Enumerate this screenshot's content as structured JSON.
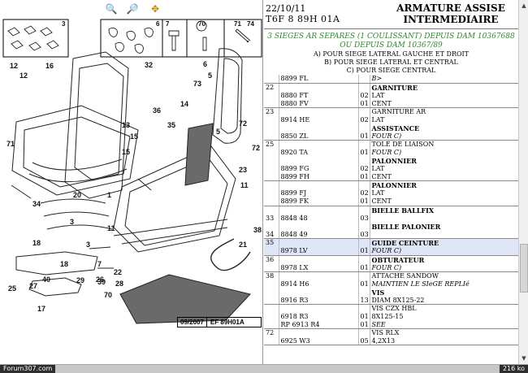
{
  "toolbar": {
    "zoom_in_icon": "zoom-in-icon",
    "zoom_out_icon": "zoom-out-icon",
    "move_icon": "zoom-move-icon"
  },
  "diagram": {
    "box_labels": [
      "3",
      "6",
      "7",
      "70",
      "71",
      "74"
    ],
    "callouts": [
      "12",
      "16",
      "32",
      "12",
      "6",
      "5",
      "73",
      "36",
      "14",
      "35",
      "72",
      "71",
      "15",
      "13",
      "5",
      "11",
      "15",
      "72",
      "23",
      "34",
      "20",
      "1",
      "21",
      "11",
      "3",
      "18",
      "38",
      "18",
      "3",
      "7",
      "29",
      "39",
      "70",
      "25",
      "27",
      "40",
      "26",
      "28",
      "17",
      "22"
    ],
    "footer_date": "09/2007",
    "footer_ref": "EF 89H01A"
  },
  "header": {
    "date": "22/10/11",
    "model": "T6F 8 89H 01A",
    "title_line1": "ARMATURE ASSISE",
    "title_line2": "INTERMEDIAIRE"
  },
  "variants": {
    "title": "3 SIEGES AR SEPARES (1 COULISSANT) DEPUIS DAM 10367688 OU DEPUIS DAM 10367/89",
    "line_a": "A) POUR SIEGE LATERAL GAUCHE ET DROIT",
    "line_b": "B) POUR SIEGE LATERAL ET CENTRAL",
    "line_c": "C) POUR SIEGE CENTRAL"
  },
  "parts": [
    {
      "rows": [
        {
          "num": "",
          "ref": "8899 FL",
          "qty": "",
          "desc": "B>",
          "style": "ital"
        }
      ]
    },
    {
      "rows": [
        {
          "num": "22",
          "ref": "",
          "qty": "",
          "desc": "GARNITURE",
          "style": "bold"
        },
        {
          "num": "",
          "ref": "8880 FT",
          "qty": "02",
          "desc": "LAT",
          "style": ""
        },
        {
          "num": "",
          "ref": "8880 FV",
          "qty": "01",
          "desc": "CENT",
          "style": ""
        }
      ]
    },
    {
      "rows": [
        {
          "num": "23",
          "ref": "",
          "qty": "",
          "desc": "GARNITURE AR",
          "style": ""
        },
        {
          "num": "",
          "ref": "8914 HE",
          "qty": "02",
          "desc": "LAT",
          "style": ""
        },
        {
          "num": "",
          "ref": "",
          "qty": "",
          "desc": "ASSISTANCE",
          "style": "bold"
        },
        {
          "num": "",
          "ref": "8850 ZL",
          "qty": "01",
          "desc": "FOUR C)",
          "style": "ital"
        }
      ]
    },
    {
      "rows": [
        {
          "num": "25",
          "ref": "",
          "qty": "",
          "desc": "TOLE DE LIAISON",
          "style": ""
        },
        {
          "num": "",
          "ref": "8920 TA",
          "qty": "01",
          "desc": "FOUR C)",
          "style": "ital"
        },
        {
          "num": "",
          "ref": "",
          "qty": "",
          "desc": "PALONNIER",
          "style": "bold"
        },
        {
          "num": "",
          "ref": "8899 FG",
          "qty": "02",
          "desc": "LAT",
          "style": ""
        },
        {
          "num": "",
          "ref": "8899 FH",
          "qty": "01",
          "desc": "CENT",
          "style": ""
        }
      ]
    },
    {
      "rows": [
        {
          "num": "",
          "ref": "",
          "qty": "",
          "desc": "PALONNIER",
          "style": "bold"
        },
        {
          "num": "",
          "ref": "8899 FJ",
          "qty": "02",
          "desc": "LAT",
          "style": ""
        },
        {
          "num": "",
          "ref": "8899 FK",
          "qty": "01",
          "desc": "CENT",
          "style": ""
        }
      ]
    },
    {
      "rows": [
        {
          "num": "",
          "ref": "",
          "qty": "",
          "desc": "BIELLE BALLFIX",
          "style": "bold"
        },
        {
          "num": "33",
          "ref": "8848 48",
          "qty": "03",
          "desc": "",
          "style": ""
        },
        {
          "num": "",
          "ref": "",
          "qty": "",
          "desc": "BIELLE PALONIER",
          "style": "bold"
        },
        {
          "num": "34",
          "ref": "8848 49",
          "qty": "03",
          "desc": "",
          "style": ""
        }
      ]
    },
    {
      "highlight": true,
      "rows": [
        {
          "num": "35",
          "ref": "",
          "qty": "",
          "desc": "GUIDE CEINTURE",
          "style": "bold"
        },
        {
          "num": "",
          "ref": "8978 LV",
          "qty": "01",
          "desc": "FOUR C)",
          "style": "ital"
        }
      ]
    },
    {
      "rows": [
        {
          "num": "36",
          "ref": "",
          "qty": "",
          "desc": "OBTURATEUR",
          "style": "bold"
        },
        {
          "num": "",
          "ref": "8978 LX",
          "qty": "01",
          "desc": "FOUR C)",
          "style": "ital"
        }
      ]
    },
    {
      "rows": [
        {
          "num": "38",
          "ref": "",
          "qty": "",
          "desc": "ATTACHE SANDOW",
          "style": ""
        },
        {
          "num": "",
          "ref": "8914 H6",
          "qty": "01",
          "desc": "MAINTIEN LE SIeGE REPLIé",
          "style": "ital"
        },
        {
          "num": "",
          "ref": "",
          "qty": "",
          "desc": "VIS",
          "style": "bold"
        },
        {
          "num": "",
          "ref": "8916 R3",
          "qty": "13",
          "desc": "DIAM 8X125-22",
          "style": ""
        }
      ]
    },
    {
      "rows": [
        {
          "num": "",
          "ref": "",
          "qty": "",
          "desc": "VIS CZX HBL",
          "style": ""
        },
        {
          "num": "",
          "ref": "6918 R3",
          "qty": "01",
          "desc": "8X125-15",
          "style": ""
        },
        {
          "num": "",
          "ref": "RP 6913 R4",
          "qty": "01",
          "desc": "SEE",
          "style": "ital"
        }
      ]
    },
    {
      "rows": [
        {
          "num": "72",
          "ref": "",
          "qty": "",
          "desc": "VIS RLX",
          "style": ""
        },
        {
          "num": "",
          "ref": "6925 W3",
          "qty": "05",
          "desc": "4,2X13",
          "style": ""
        }
      ]
    }
  ],
  "status": {
    "site": "Forum307.com",
    "size": "216 ko"
  },
  "colors": {
    "variant_title": "#2a8a2a",
    "highlight_row": "#dfe7f6",
    "diagram_ink": "#111111",
    "tray_fill": "#6a6a6a"
  }
}
